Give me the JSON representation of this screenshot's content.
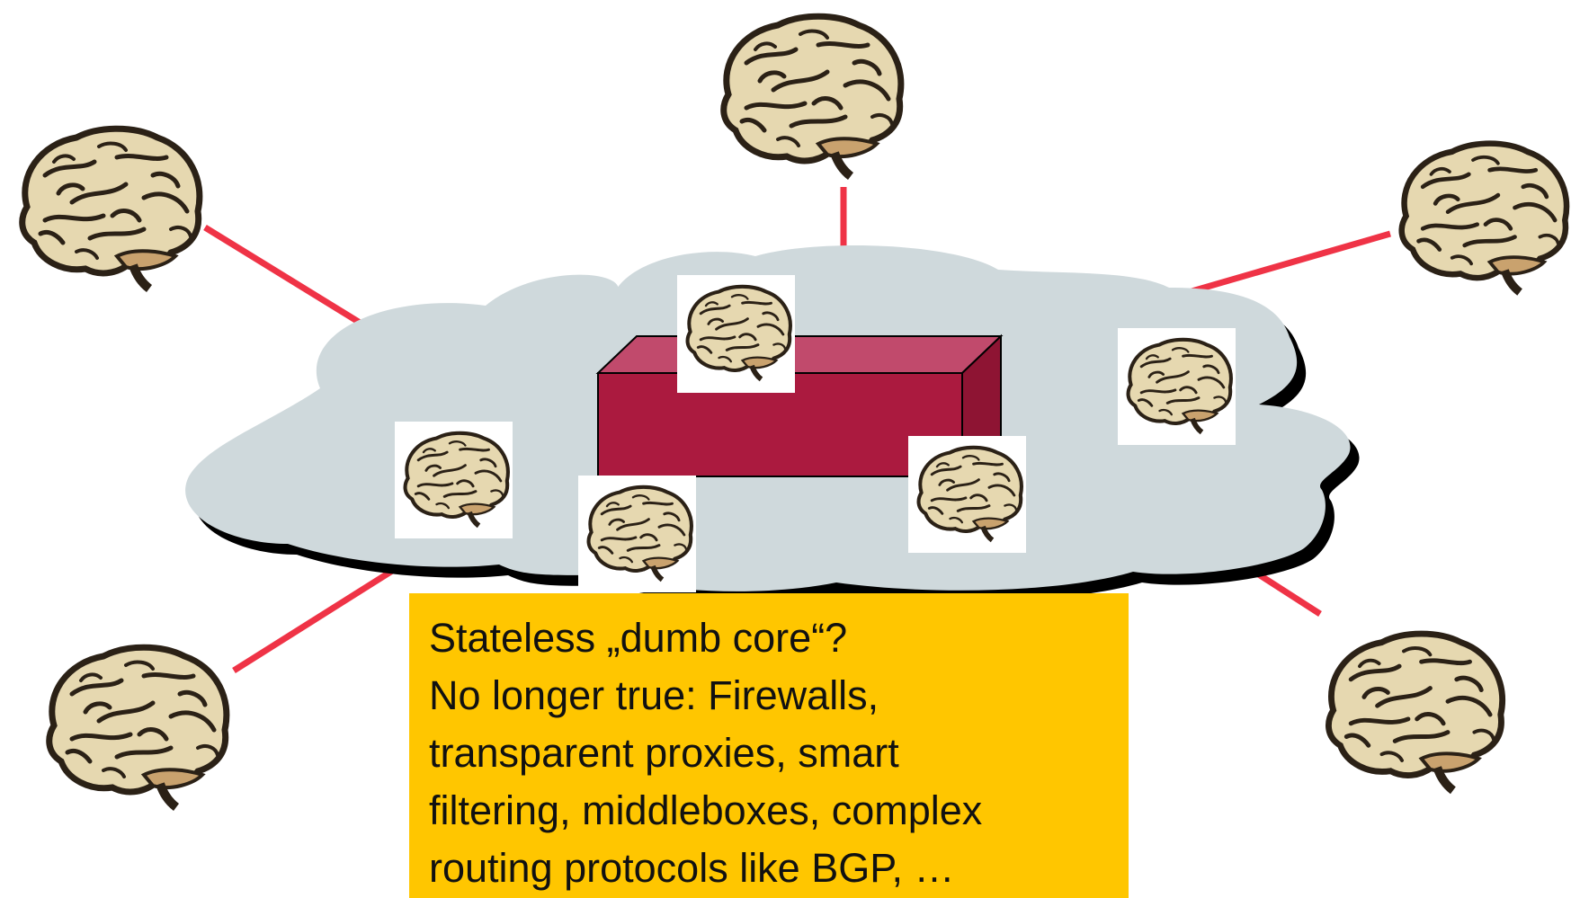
{
  "callout": {
    "lines": [
      "Stateless „dumb core“?",
      "No longer true: Firewalls,",
      "transparent proxies, smart",
      "filtering, middleboxes, complex",
      "routing protocols like BGP, …"
    ]
  },
  "colors": {
    "background": "#ffffff",
    "cloud_fill": "#cfd9dc",
    "cloud_shadow": "#000000",
    "link_line": "#ef3346",
    "box_front": "#ab1a3f",
    "box_top": "#c14a6c",
    "box_side": "#8e1433",
    "brain_tile": "#ffffff",
    "brain_fill": "#e6d8b0",
    "brain_shade": "#c9a26e",
    "brain_outline": "#2b2116",
    "callout_fill": "#ffc600",
    "callout_text": "#111111"
  },
  "icons": {
    "edge_node": "brain-icon",
    "core_node": "brain-icon",
    "core_block": "box-icon",
    "network": "cloud-icon"
  }
}
